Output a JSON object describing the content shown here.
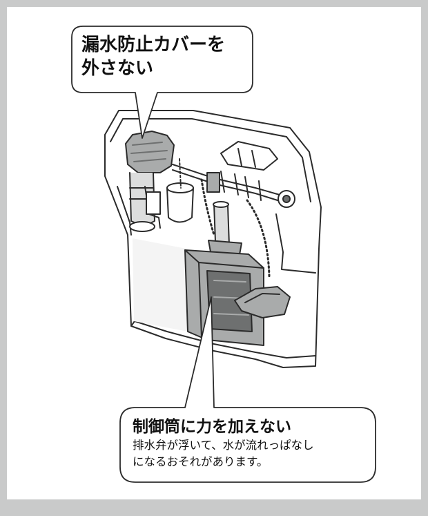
{
  "callouts": {
    "top": {
      "line1": "漏水防止カバーを",
      "line2": "外さない"
    },
    "bottom": {
      "headline": "制御筒に力を加えない",
      "line1": "排水弁が浮いて、水が流れっぱなし",
      "line2": "になるおそれがあります。"
    }
  },
  "colors": {
    "background": "#c9caca",
    "panel": "#ffffff",
    "line": "#2b2b2b",
    "shade": "#a9abab",
    "dark_shade": "#6e7070"
  }
}
